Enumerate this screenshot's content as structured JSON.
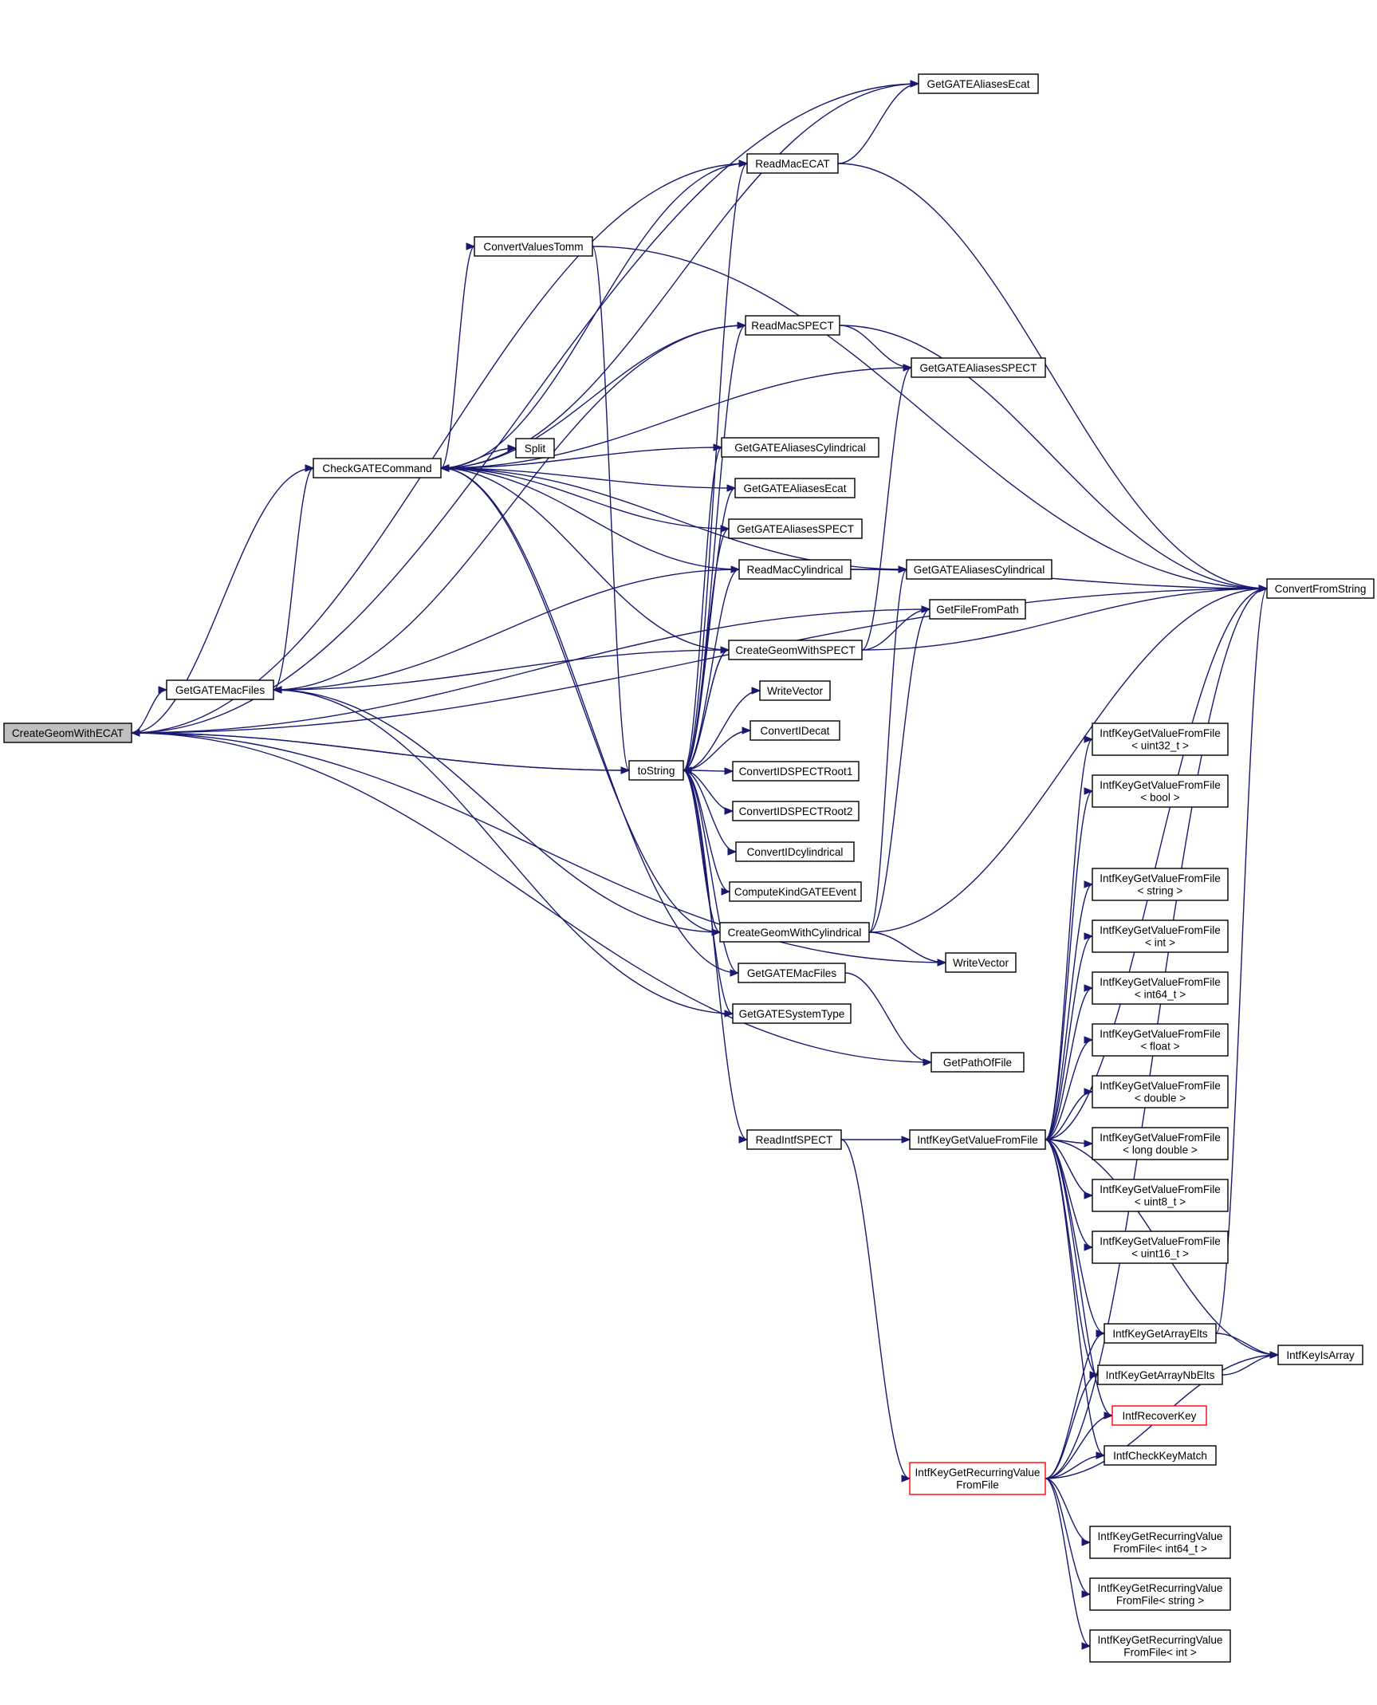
{
  "graph": {
    "nodes": [
      {
        "id": "CreateGeomWithECAT",
        "lines": [
          "CreateGeomWithECAT"
        ],
        "style": "root"
      },
      {
        "id": "GetGATEMacFiles_a",
        "lines": [
          "GetGATEMacFiles"
        ]
      },
      {
        "id": "CheckGATECommand",
        "lines": [
          "CheckGATECommand"
        ]
      },
      {
        "id": "Split",
        "lines": [
          "Split"
        ]
      },
      {
        "id": "ConvertValuesTomm",
        "lines": [
          "ConvertValuesTomm"
        ]
      },
      {
        "id": "toString",
        "lines": [
          "toString"
        ]
      },
      {
        "id": "ReadMacECAT",
        "lines": [
          "ReadMacECAT"
        ]
      },
      {
        "id": "GetGATEAliasesEcat_top",
        "lines": [
          "GetGATEAliasesEcat"
        ]
      },
      {
        "id": "ReadMacSPECT",
        "lines": [
          "ReadMacSPECT"
        ]
      },
      {
        "id": "GetGATEAliasesSPECT_top",
        "lines": [
          "GetGATEAliasesSPECT"
        ]
      },
      {
        "id": "GetGATEAliasesCylindrical_a",
        "lines": [
          "GetGATEAliasesCylindrical"
        ]
      },
      {
        "id": "GetGATEAliasesEcat_b",
        "lines": [
          "GetGATEAliasesEcat"
        ]
      },
      {
        "id": "GetGATEAliasesSPECT_b",
        "lines": [
          "GetGATEAliasesSPECT"
        ]
      },
      {
        "id": "ReadMacCylindrical",
        "lines": [
          "ReadMacCylindrical"
        ]
      },
      {
        "id": "GetGATEAliasesCylindrical_b",
        "lines": [
          "GetGATEAliasesCylindrical"
        ]
      },
      {
        "id": "ConvertFromString",
        "lines": [
          "ConvertFromString"
        ]
      },
      {
        "id": "GetFileFromPath",
        "lines": [
          "GetFileFromPath"
        ]
      },
      {
        "id": "CreateGeomWithSPECT",
        "lines": [
          "CreateGeomWithSPECT"
        ]
      },
      {
        "id": "WriteVector_a",
        "lines": [
          "WriteVector"
        ]
      },
      {
        "id": "ConvertIDecat",
        "lines": [
          "ConvertIDecat"
        ]
      },
      {
        "id": "ConvertIDSPECTRoot1",
        "lines": [
          "ConvertIDSPECTRoot1"
        ]
      },
      {
        "id": "ConvertIDSPECTRoot2",
        "lines": [
          "ConvertIDSPECTRoot2"
        ]
      },
      {
        "id": "ConvertIDcylindrical",
        "lines": [
          "ConvertIDcylindrical"
        ]
      },
      {
        "id": "ComputeKindGATEEvent",
        "lines": [
          "ComputeKindGATEEvent"
        ]
      },
      {
        "id": "CreateGeomWithCylindrical",
        "lines": [
          "CreateGeomWithCylindrical"
        ]
      },
      {
        "id": "WriteVector_b",
        "lines": [
          "WriteVector"
        ]
      },
      {
        "id": "GetGATEMacFiles_b",
        "lines": [
          "GetGATEMacFiles"
        ]
      },
      {
        "id": "GetGATESystemType",
        "lines": [
          "GetGATESystemType"
        ]
      },
      {
        "id": "GetPathOfFile",
        "lines": [
          "GetPathOfFile"
        ]
      },
      {
        "id": "ReadIntfSPECT",
        "lines": [
          "ReadIntfSPECT"
        ]
      },
      {
        "id": "IntfKeyGetValueFromFile",
        "lines": [
          "IntfKeyGetValueFromFile"
        ]
      },
      {
        "id": "IKGV_uint32",
        "lines": [
          "IntfKeyGetValueFromFile",
          "< uint32_t >"
        ]
      },
      {
        "id": "IKGV_bool",
        "lines": [
          "IntfKeyGetValueFromFile",
          "< bool >"
        ]
      },
      {
        "id": "IKGV_string",
        "lines": [
          "IntfKeyGetValueFromFile",
          "< string >"
        ]
      },
      {
        "id": "IKGV_int",
        "lines": [
          "IntfKeyGetValueFromFile",
          "< int >"
        ]
      },
      {
        "id": "IKGV_int64",
        "lines": [
          "IntfKeyGetValueFromFile",
          "< int64_t >"
        ]
      },
      {
        "id": "IKGV_float",
        "lines": [
          "IntfKeyGetValueFromFile",
          "< float >"
        ]
      },
      {
        "id": "IKGV_double",
        "lines": [
          "IntfKeyGetValueFromFile",
          "< double >"
        ]
      },
      {
        "id": "IKGV_longdouble",
        "lines": [
          "IntfKeyGetValueFromFile",
          "< long double >"
        ]
      },
      {
        "id": "IKGV_uint8",
        "lines": [
          "IntfKeyGetValueFromFile",
          "< uint8_t >"
        ]
      },
      {
        "id": "IKGV_uint16",
        "lines": [
          "IntfKeyGetValueFromFile",
          "< uint16_t >"
        ]
      },
      {
        "id": "IntfKeyGetArrayElts",
        "lines": [
          "IntfKeyGetArrayElts"
        ]
      },
      {
        "id": "IntfKeyIsArray",
        "lines": [
          "IntfKeyIsArray"
        ]
      },
      {
        "id": "IntfKeyGetArrayNbElts",
        "lines": [
          "IntfKeyGetArrayNbElts"
        ]
      },
      {
        "id": "IntfRecoverKey",
        "lines": [
          "IntfRecoverKey"
        ],
        "style": "red"
      },
      {
        "id": "IntfCheckKeyMatch",
        "lines": [
          "IntfCheckKeyMatch"
        ]
      },
      {
        "id": "IKGRV",
        "lines": [
          "IntfKeyGetRecurringValue",
          "FromFile"
        ],
        "style": "red"
      },
      {
        "id": "IKGRV_int64",
        "lines": [
          "IntfKeyGetRecurringValue",
          "FromFile< int64_t >"
        ]
      },
      {
        "id": "IKGRV_string",
        "lines": [
          "IntfKeyGetRecurringValue",
          "FromFile< string >"
        ]
      },
      {
        "id": "IKGRV_int",
        "lines": [
          "IntfKeyGetRecurringValue",
          "FromFile< int >"
        ]
      }
    ],
    "edges": [
      [
        "CreateGeomWithECAT",
        "GetGATEMacFiles_a"
      ],
      [
        "CreateGeomWithECAT",
        "CheckGATECommand"
      ],
      [
        "CreateGeomWithECAT",
        "GetGATEAliasesEcat_top"
      ],
      [
        "CreateGeomWithECAT",
        "ConvertFromString"
      ],
      [
        "CreateGeomWithECAT",
        "toString"
      ],
      [
        "CreateGeomWithECAT",
        "GetFileFromPath"
      ],
      [
        "CreateGeomWithECAT",
        "WriteVector_b"
      ],
      [
        "CreateGeomWithECAT",
        "GetPathOfFile"
      ],
      [
        "CreateGeomWithECAT",
        "ReadMacECAT"
      ],
      [
        "GetGATEMacFiles_a",
        "CheckGATECommand"
      ],
      [
        "CheckGATECommand",
        "Split"
      ],
      [
        "CheckGATECommand",
        "ConvertValuesTomm"
      ],
      [
        "ConvertValuesTomm",
        "ConvertFromString"
      ],
      [
        "ConvertValuesTomm",
        "toString"
      ],
      [
        "ReadMacECAT",
        "CheckGATECommand"
      ],
      [
        "ReadMacECAT",
        "GetGATEAliasesEcat_top"
      ],
      [
        "ReadMacECAT",
        "ConvertFromString"
      ],
      [
        "GetGATEAliasesEcat_top",
        "CheckGATECommand"
      ],
      [
        "ReadMacSPECT",
        "CheckGATECommand"
      ],
      [
        "ReadMacSPECT",
        "GetGATEAliasesSPECT_top"
      ],
      [
        "ReadMacSPECT",
        "ConvertFromString"
      ],
      [
        "ReadMacSPECT",
        "GetGATEMacFiles_a"
      ],
      [
        "GetGATEAliasesSPECT_top",
        "CheckGATECommand"
      ],
      [
        "GetGATEAliasesCylindrical_a",
        "CheckGATECommand"
      ],
      [
        "GetGATEAliasesEcat_b",
        "CheckGATECommand"
      ],
      [
        "GetGATEAliasesSPECT_b",
        "CheckGATECommand"
      ],
      [
        "ReadMacCylindrical",
        "CheckGATECommand"
      ],
      [
        "ReadMacCylindrical",
        "GetGATEAliasesCylindrical_b"
      ],
      [
        "ReadMacCylindrical",
        "ConvertFromString"
      ],
      [
        "ReadMacCylindrical",
        "GetGATEMacFiles_a"
      ],
      [
        "GetGATEAliasesCylindrical_b",
        "CheckGATECommand"
      ],
      [
        "CreateGeomWithSPECT",
        "CheckGATECommand"
      ],
      [
        "CreateGeomWithSPECT",
        "GetGATEAliasesSPECT_top"
      ],
      [
        "CreateGeomWithSPECT",
        "GetFileFromPath"
      ],
      [
        "CreateGeomWithSPECT",
        "ConvertFromString"
      ],
      [
        "CreateGeomWithSPECT",
        "GetGATEMacFiles_a"
      ],
      [
        "CreateGeomWithSPECT",
        "toString"
      ],
      [
        "CreateGeomWithCylindrical",
        "CheckGATECommand"
      ],
      [
        "CreateGeomWithCylindrical",
        "GetGATEAliasesCylindrical_b"
      ],
      [
        "CreateGeomWithCylindrical",
        "GetFileFromPath"
      ],
      [
        "CreateGeomWithCylindrical",
        "ConvertFromString"
      ],
      [
        "CreateGeomWithCylindrical",
        "GetGATEMacFiles_a"
      ],
      [
        "CreateGeomWithCylindrical",
        "WriteVector_b"
      ],
      [
        "CreateGeomWithCylindrical",
        "toString"
      ],
      [
        "GetGATEMacFiles_b",
        "CheckGATECommand"
      ],
      [
        "GetGATEMacFiles_b",
        "GetPathOfFile"
      ],
      [
        "GetGATESystemType",
        "GetGATEMacFiles_a"
      ],
      [
        "toString",
        "CreateGeomWithECAT"
      ],
      [
        "toString",
        "ReadMacECAT"
      ],
      [
        "toString",
        "ReadMacSPECT"
      ],
      [
        "toString",
        "GetGATEAliasesCylindrical_a"
      ],
      [
        "toString",
        "GetGATEAliasesEcat_b"
      ],
      [
        "toString",
        "GetGATEAliasesSPECT_b"
      ],
      [
        "toString",
        "ReadMacCylindrical"
      ],
      [
        "toString",
        "CreateGeomWithSPECT"
      ],
      [
        "toString",
        "WriteVector_a"
      ],
      [
        "toString",
        "ConvertIDecat"
      ],
      [
        "toString",
        "ConvertIDSPECTRoot1"
      ],
      [
        "toString",
        "ConvertIDSPECTRoot2"
      ],
      [
        "toString",
        "ConvertIDcylindrical"
      ],
      [
        "toString",
        "ComputeKindGATEEvent"
      ],
      [
        "toString",
        "CreateGeomWithCylindrical"
      ],
      [
        "toString",
        "GetGATEMacFiles_b"
      ],
      [
        "toString",
        "GetGATESystemType"
      ],
      [
        "toString",
        "ReadIntfSPECT"
      ],
      [
        "ReadIntfSPECT",
        "IntfKeyGetValueFromFile"
      ],
      [
        "ReadIntfSPECT",
        "IKGRV"
      ],
      [
        "IntfKeyGetValueFromFile",
        "IKGV_uint32"
      ],
      [
        "IntfKeyGetValueFromFile",
        "IKGV_bool"
      ],
      [
        "IntfKeyGetValueFromFile",
        "IKGV_string"
      ],
      [
        "IntfKeyGetValueFromFile",
        "IKGV_int"
      ],
      [
        "IntfKeyGetValueFromFile",
        "IKGV_int64"
      ],
      [
        "IntfKeyGetValueFromFile",
        "IKGV_float"
      ],
      [
        "IntfKeyGetValueFromFile",
        "IKGV_double"
      ],
      [
        "IntfKeyGetValueFromFile",
        "IKGV_longdouble"
      ],
      [
        "IntfKeyGetValueFromFile",
        "IKGV_uint8"
      ],
      [
        "IntfKeyGetValueFromFile",
        "IKGV_uint16"
      ],
      [
        "IntfKeyGetValueFromFile",
        "ConvertFromString"
      ],
      [
        "IntfKeyGetValueFromFile",
        "IntfKeyGetArrayElts"
      ],
      [
        "IntfKeyGetValueFromFile",
        "IntfKeyIsArray"
      ],
      [
        "IntfKeyGetValueFromFile",
        "IntfKeyGetArrayNbElts"
      ],
      [
        "IntfKeyGetValueFromFile",
        "IntfRecoverKey"
      ],
      [
        "IntfKeyGetValueFromFile",
        "IntfCheckKeyMatch"
      ],
      [
        "IntfKeyGetArrayElts",
        "IntfKeyIsArray"
      ],
      [
        "IntfKeyGetArrayElts",
        "ConvertFromString"
      ],
      [
        "IntfKeyGetArrayNbElts",
        "IntfKeyIsArray"
      ],
      [
        "IKGRV",
        "IntfKeyGetArrayElts"
      ],
      [
        "IKGRV",
        "IntfKeyGetArrayNbElts"
      ],
      [
        "IKGRV",
        "IntfRecoverKey"
      ],
      [
        "IKGRV",
        "IntfCheckKeyMatch"
      ],
      [
        "IKGRV",
        "ConvertFromString"
      ],
      [
        "IKGRV",
        "IKGRV_int64"
      ],
      [
        "IKGRV",
        "IKGRV_string"
      ],
      [
        "IKGRV",
        "IKGRV_int"
      ],
      [
        "IKGRV",
        "IntfKeyIsArray"
      ]
    ]
  }
}
